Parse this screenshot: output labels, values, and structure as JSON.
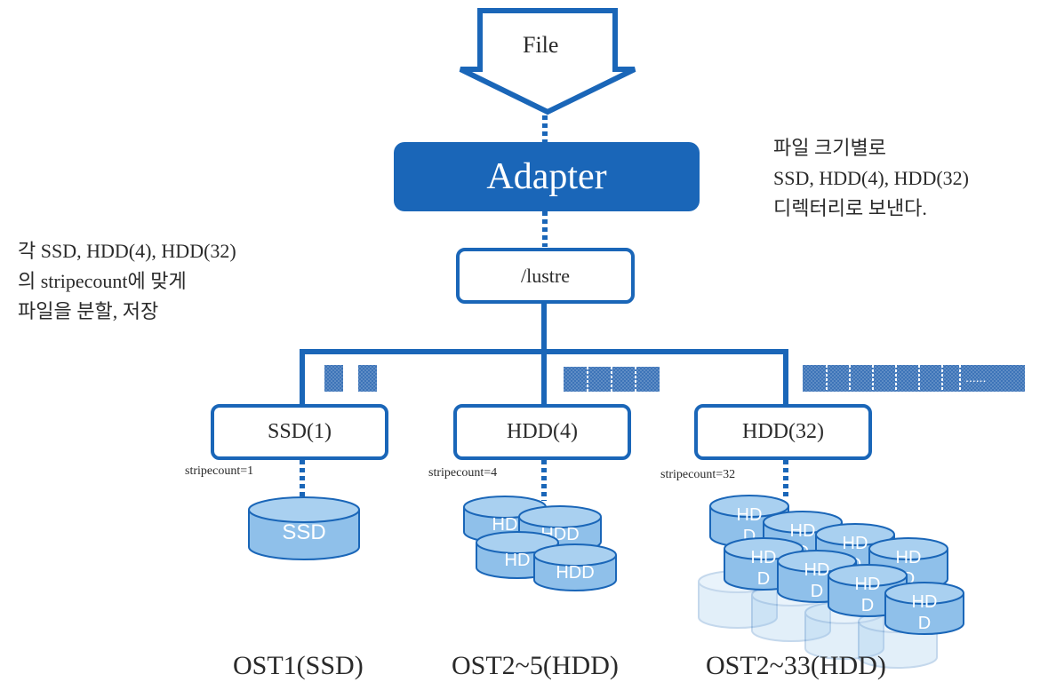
{
  "file_label": "File",
  "adapter_label": "Adapter",
  "lustre_label": "/lustre",
  "note_right": {
    "line1": "파일 크기별로",
    "line2": "SSD, HDD(4), HDD(32)",
    "line3": "디렉터리로 보낸다."
  },
  "note_left": {
    "line1": "각 SSD, HDD(4), HDD(32)",
    "line2": "의 stripecount에 맞게",
    "line3": "파일을 분할, 저장"
  },
  "groups": [
    {
      "label": "SSD(1)",
      "stripe": "stripecount=1",
      "ost": "OST1(SSD)",
      "disk_text": "SSD"
    },
    {
      "label": "HDD(4)",
      "stripe": "stripecount=4",
      "ost": "OST2~5(HDD)",
      "disk_text": "HDD"
    },
    {
      "label": "HDD(32)",
      "stripe": "stripecount=32",
      "ost": "OST2~33(HDD)",
      "disk_text": "HDD"
    }
  ],
  "partial_disk_text": "HD",
  "partial_disk_text_d": "D",
  "strip_ellipsis": "......",
  "colors": {
    "primary": "#1a66b8",
    "disk_fill": "#8fc0ea",
    "disk_stroke": "#1a66b8",
    "block_fill": "#4a7fc0"
  }
}
